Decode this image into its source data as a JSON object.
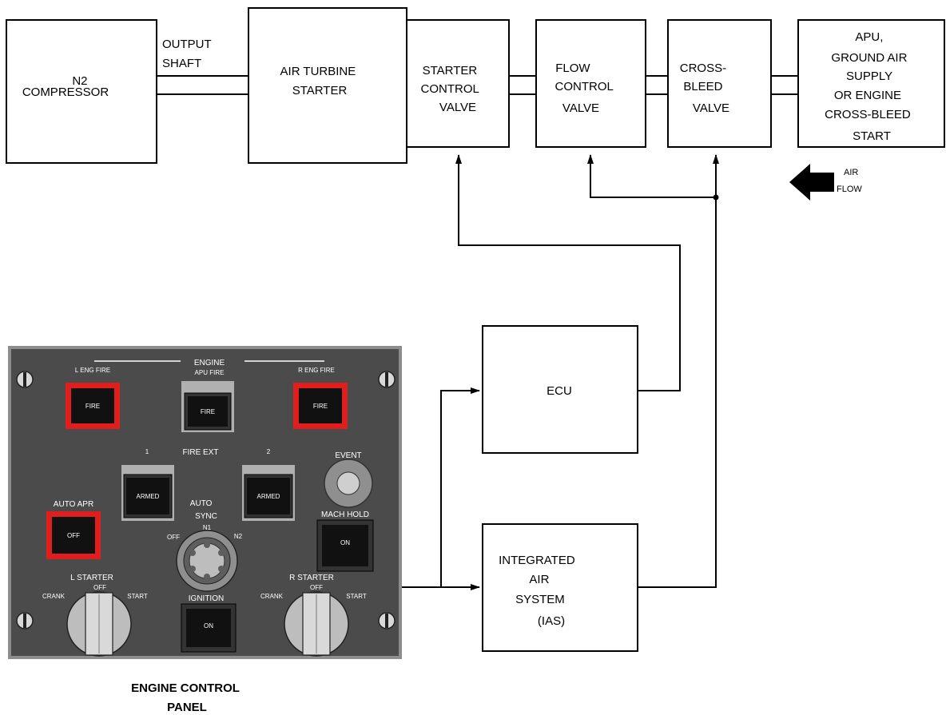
{
  "boxes": {
    "n2_compressor": [
      "N2",
      "COMPRESSOR"
    ],
    "output_shaft": [
      "OUTPUT",
      "SHAFT"
    ],
    "air_turbine_starter": [
      "AIR TURBINE",
      "STARTER"
    ],
    "starter_control_valve": [
      "STARTER",
      "CONTROL",
      "VALVE"
    ],
    "flow_control_valve": [
      "FLOW",
      "CONTROL",
      "VALVE"
    ],
    "cross_bleed_valve": [
      "CROSS-",
      "BLEED",
      "VALVE"
    ],
    "air_supply": [
      "APU,",
      "GROUND AIR",
      "SUPPLY",
      "OR ENGINE",
      "CROSS-BLEED",
      "START"
    ],
    "air_flow": [
      "AIR",
      "FLOW"
    ],
    "ecu": "ECU",
    "ias": [
      "INTEGRATED",
      "AIR",
      "SYSTEM",
      "(IAS)"
    ]
  },
  "panel": {
    "engine_title": "ENGINE",
    "apu_fire": "APU FIRE",
    "l_eng_fire": "L  ENG  FIRE",
    "r_eng_fire": "R  ENG  FIRE",
    "fire_button": "FIRE",
    "fire_ext": "FIRE  EXT",
    "bottle_1": "1",
    "bottle_2": "2",
    "armed": "ARMED",
    "event": "EVENT",
    "auto_apr": "AUTO APR",
    "off_button": "OFF",
    "auto_sync": [
      "AUTO",
      "SYNC"
    ],
    "sync_off": "OFF",
    "sync_n1": "N1",
    "sync_n2": "N2",
    "mach_hold": "MACH HOLD",
    "on_button": "ON",
    "l_starter": "L  STARTER",
    "r_starter": "R  STARTER",
    "crank": "CRANK",
    "starter_off": "OFF",
    "start": "START",
    "ignition": "IGNITION"
  },
  "caption": [
    "ENGINE CONTROL",
    "PANEL"
  ],
  "colors": {
    "panel_bg": "#4a4a4a",
    "fire_red": "#e01e1e",
    "button_black": "#111111"
  }
}
